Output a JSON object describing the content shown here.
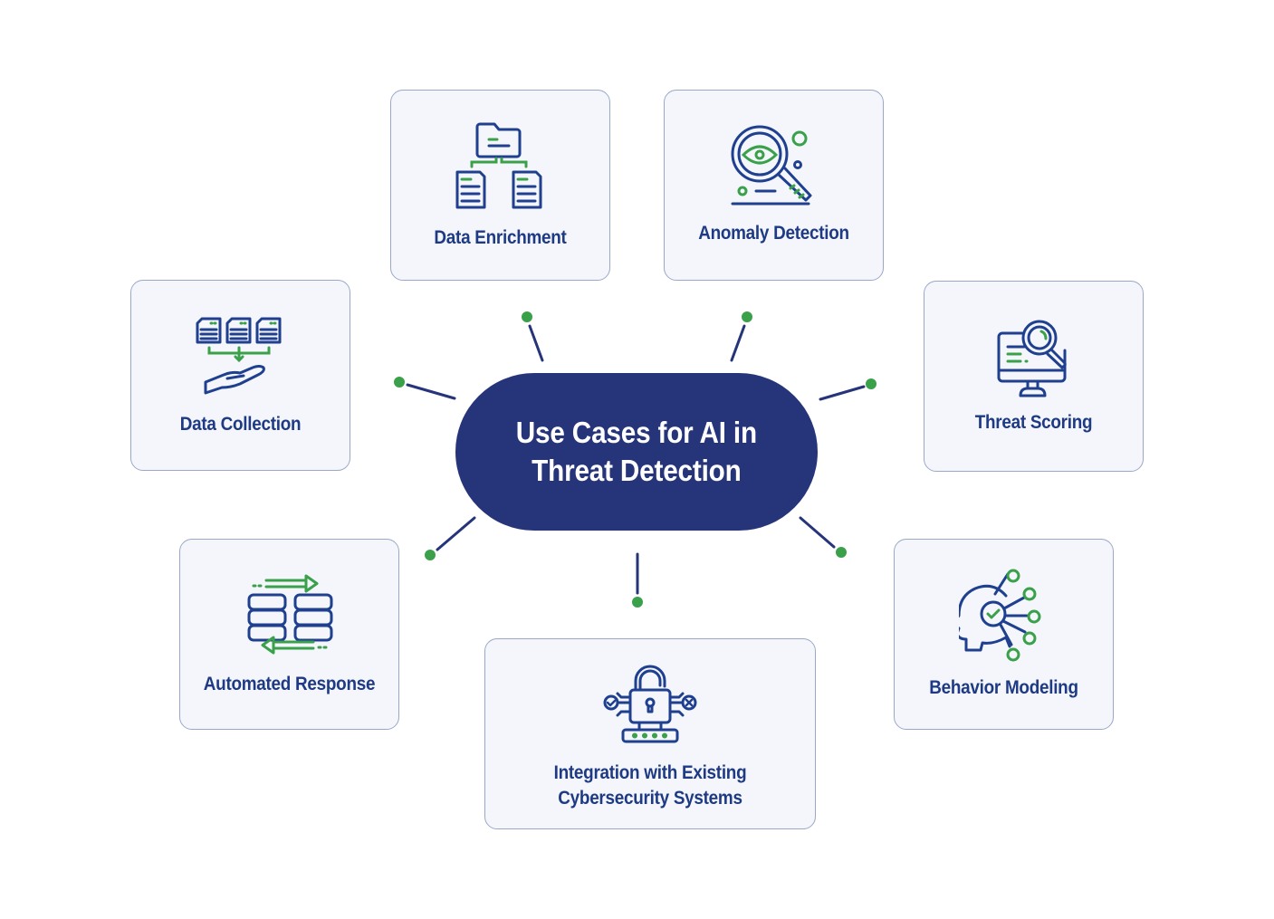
{
  "diagram": {
    "title": "Use Cases for AI in Threat Detection",
    "title_lines": [
      "Use Cases for AI in",
      "Threat Detection"
    ],
    "colors": {
      "primary": "#26347a",
      "label": "#1e3a84",
      "icon_stroke": "#1f3f8f",
      "accent": "#3aa04a",
      "card_bg": "#f4f6fb",
      "card_border": "#9aa8c8"
    },
    "nodes": [
      {
        "id": "data-enrichment",
        "label": "Data Enrichment",
        "icon": "folder-documents-icon"
      },
      {
        "id": "anomaly-detection",
        "label": "Anomaly Detection",
        "icon": "magnifier-eye-icon"
      },
      {
        "id": "data-collection",
        "label": "Data Collection",
        "icon": "documents-hand-icon"
      },
      {
        "id": "threat-scoring",
        "label": "Threat Scoring",
        "icon": "monitor-magnifier-icon"
      },
      {
        "id": "automated-response",
        "label": "Automated Response",
        "icon": "database-sync-icon"
      },
      {
        "id": "integration",
        "label_lines": [
          "Integration with Existing",
          "Cybersecurity Systems"
        ],
        "icon": "padlock-network-icon"
      },
      {
        "id": "behavior-modeling",
        "label": "Behavior Modeling",
        "icon": "head-network-icon"
      }
    ]
  }
}
